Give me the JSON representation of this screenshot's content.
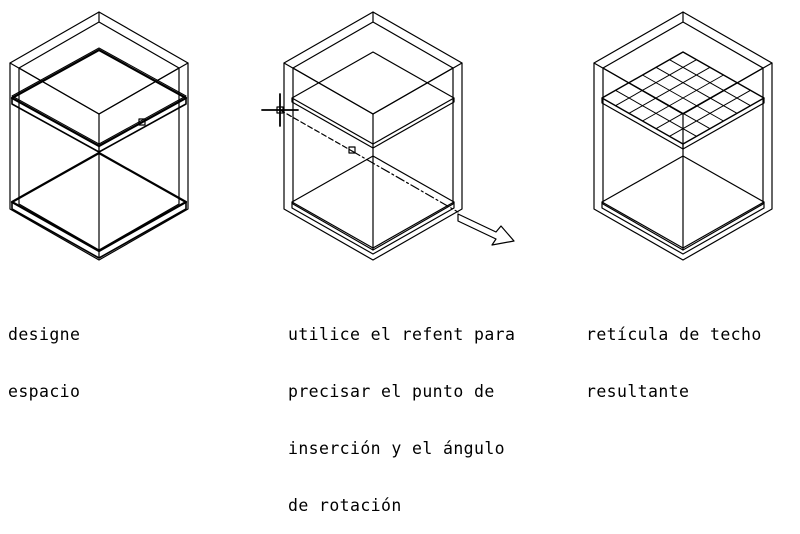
{
  "panels": [
    {
      "id": "designate-space",
      "caption_lines": [
        "designe",
        "espacio"
      ],
      "icon": "box-with-selected-floor-and-ceiling"
    },
    {
      "id": "use-object-snap",
      "caption_lines": [
        "utilice el refent para",
        "precisar el punto de",
        "inserción y el ángulo",
        "de rotación"
      ],
      "icon": "box-with-insertion-point-and-rotation-arrow"
    },
    {
      "id": "resulting-ceiling-grid",
      "caption_lines": [
        "retícula de techo",
        "resultante"
      ],
      "icon": "box-with-ceiling-grid"
    }
  ],
  "colors": {
    "line": "#000000",
    "background": "#ffffff"
  }
}
